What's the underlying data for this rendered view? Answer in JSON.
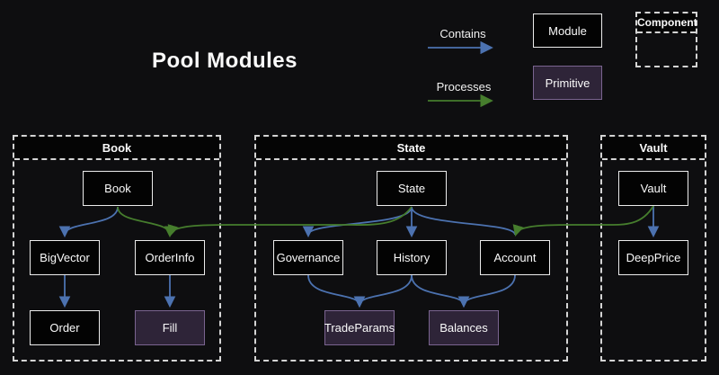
{
  "title": "Pool Modules",
  "legend": {
    "contains_label": "Contains",
    "processes_label": "Processes",
    "module_label": "Module",
    "primitive_label": "Primitive",
    "component_label": "Component"
  },
  "colors": {
    "background": "#0e0e10",
    "module_fill": "#030303",
    "module_border": "#ececec",
    "primitive_fill": "#2e2438",
    "primitive_border": "#7a6490",
    "container_border": "#d4d4d4",
    "contains_edge": "#4c72b0",
    "processes_edge": "#467d2d"
  },
  "containers": {
    "book": {
      "title": "Book"
    },
    "state": {
      "title": "State"
    },
    "vault": {
      "title": "Vault"
    }
  },
  "nodes": {
    "book": {
      "label": "Book",
      "kind": "module",
      "container": "Book"
    },
    "bigvector": {
      "label": "BigVector",
      "kind": "module",
      "container": "Book"
    },
    "orderinfo": {
      "label": "OrderInfo",
      "kind": "module",
      "container": "Book"
    },
    "order": {
      "label": "Order",
      "kind": "module",
      "container": "Book"
    },
    "fill": {
      "label": "Fill",
      "kind": "primitive",
      "container": "Book"
    },
    "state": {
      "label": "State",
      "kind": "module",
      "container": "State"
    },
    "governance": {
      "label": "Governance",
      "kind": "module",
      "container": "State"
    },
    "history": {
      "label": "History",
      "kind": "module",
      "container": "State"
    },
    "account": {
      "label": "Account",
      "kind": "module",
      "container": "State"
    },
    "tradeparams": {
      "label": "TradeParams",
      "kind": "primitive",
      "container": "State"
    },
    "balances": {
      "label": "Balances",
      "kind": "primitive",
      "container": "State"
    },
    "vault": {
      "label": "Vault",
      "kind": "module",
      "container": "Vault"
    },
    "deepprice": {
      "label": "DeepPrice",
      "kind": "module",
      "container": "Vault"
    }
  },
  "edges": [
    {
      "from": "Book",
      "to": "BigVector",
      "type": "contains"
    },
    {
      "from": "Book",
      "to": "OrderInfo",
      "type": "processes"
    },
    {
      "from": "BigVector",
      "to": "Order",
      "type": "contains"
    },
    {
      "from": "OrderInfo",
      "to": "Fill",
      "type": "contains"
    },
    {
      "from": "State",
      "to": "Governance",
      "type": "contains"
    },
    {
      "from": "State",
      "to": "History",
      "type": "contains"
    },
    {
      "from": "State",
      "to": "Account",
      "type": "contains"
    },
    {
      "from": "State",
      "to": "OrderInfo",
      "type": "processes"
    },
    {
      "from": "Governance",
      "to": "TradeParams",
      "type": "contains"
    },
    {
      "from": "History",
      "to": "TradeParams",
      "type": "contains"
    },
    {
      "from": "History",
      "to": "Balances",
      "type": "contains"
    },
    {
      "from": "Account",
      "to": "Balances",
      "type": "contains"
    },
    {
      "from": "Vault",
      "to": "DeepPrice",
      "type": "contains"
    },
    {
      "from": "Vault",
      "to": "Account",
      "type": "processes"
    }
  ]
}
